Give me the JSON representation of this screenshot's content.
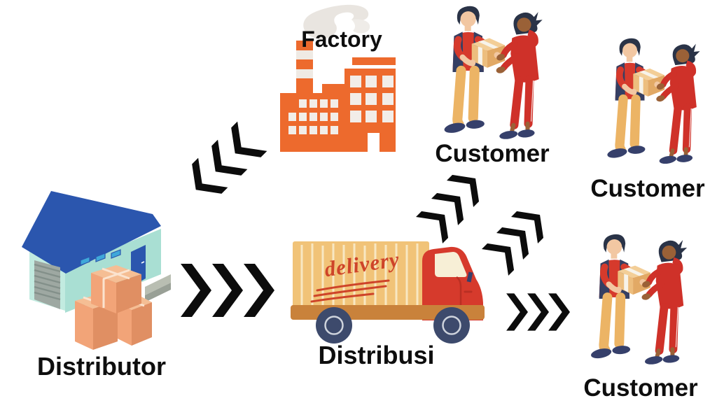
{
  "diagram": {
    "type": "supply-chain-flow",
    "background": "#ffffff"
  },
  "nodes": {
    "factory": {
      "label": "Factory"
    },
    "distributor": {
      "label": "Distributor"
    },
    "distribution": {
      "label": "Distribusi"
    },
    "customer_top": {
      "label": "Customer"
    },
    "customer_right": {
      "label": "Customer"
    },
    "customer_bottom": {
      "label": "Customer"
    }
  },
  "truck": {
    "sign_text": "delivery"
  },
  "flows": [
    {
      "from": "Factory",
      "to": "Distributor",
      "direction": "down-left",
      "style": "triple-chevron"
    },
    {
      "from": "Distributor",
      "to": "Distribusi",
      "direction": "right",
      "style": "triple-chevron"
    },
    {
      "from": "Distribusi",
      "to": "Customer (top)",
      "direction": "up-right",
      "style": "triple-chevron"
    },
    {
      "from": "Distribusi",
      "to": "Customer (right)",
      "direction": "up-right",
      "style": "triple-chevron"
    },
    {
      "from": "Distribusi",
      "to": "Customer (bottom)",
      "direction": "right",
      "style": "triple-chevron"
    }
  ],
  "colors": {
    "background": "#ffffff",
    "arrow_black": "#0c0c0c",
    "label_text": "#0e0e0e",
    "factory_orange": "#ED6A2D",
    "smoke_gray": "#E9E5E0",
    "warehouse_roof_blue": "#2B56AE",
    "warehouse_wall_mint": "#C2EBE0",
    "warehouse_wall_mint_dark": "#A9DFD3",
    "garage_gray": "#9EA8A2",
    "box_orange": "#F2A478",
    "truck_body_yellow": "#F1C378",
    "truck_stripe_cream": "#F8E7C2",
    "truck_cab_red": "#D63A2C",
    "truck_sign_red": "#CE4429",
    "chassis_brown": "#C9823B",
    "wheel_navy": "#3D4A6C",
    "person_red": "#CF3129",
    "vest_navy": "#353F63",
    "pants_khaki": "#ECB465",
    "skin_light": "#F2C7A2",
    "skin_brown": "#9A6137",
    "hair_navy": "#2A3347"
  }
}
